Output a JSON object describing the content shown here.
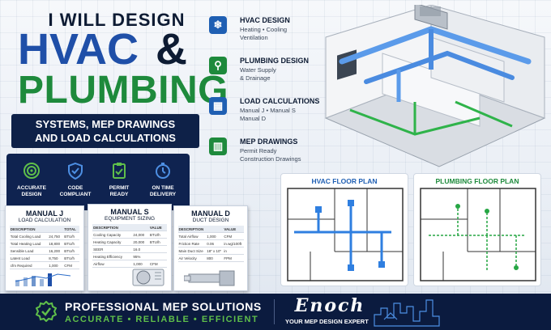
{
  "headline": {
    "intro": "I WILL DESIGN",
    "hvac": "HVAC",
    "amp": "&",
    "plumbing": "PLUMBING",
    "subtitle_line1": "SYSTEMS, MEP DRAWINGS",
    "subtitle_line2": "AND LOAD CALCULATIONS"
  },
  "features": [
    {
      "title": "HVAC DESIGN",
      "desc": "Heating • Cooling\nVentilation",
      "icon": "snowflake-icon",
      "glyph": "❄",
      "color": "blue"
    },
    {
      "title": "PLUMBING DESIGN",
      "desc": "Water Supply\n& Drainage",
      "icon": "faucet-icon",
      "glyph": "⚲",
      "color": "green"
    },
    {
      "title": "LOAD CALCULATIONS",
      "desc": "Manual J • Manual S\nManual D",
      "icon": "calculator-icon",
      "glyph": "▦",
      "color": "blue"
    },
    {
      "title": "MEP DRAWINGS",
      "desc": "Permit Ready\nConstruction Drawings",
      "icon": "building-icon",
      "glyph": "▥",
      "color": "green"
    }
  ],
  "badges": [
    {
      "label": "ACCURATE\nDESIGN",
      "icon": "target-icon"
    },
    {
      "label": "CODE\nCOMPLIANT",
      "icon": "shield-check-icon"
    },
    {
      "label": "PERMIT\nREADY",
      "icon": "clipboard-check-icon"
    },
    {
      "label": "ON TIME\nDELIVERY",
      "icon": "stopwatch-icon"
    }
  ],
  "manual_j": {
    "title": "MANUAL J",
    "subtitle": "LOAD CALCULATION",
    "headers": [
      "DESCRIPTION",
      "",
      "TOTAL"
    ],
    "rows": [
      [
        "Total Cooling Load",
        "24,750",
        "BTU/h"
      ],
      [
        "Total Heating Load",
        "18,800",
        "BTU/h"
      ],
      [
        "Sensible Load",
        "16,200",
        "BTU/h"
      ],
      [
        "Latent Load",
        "8,750",
        "BTU/h"
      ],
      [
        "cfm Required",
        "1,000",
        "CFM"
      ]
    ]
  },
  "manual_s": {
    "title": "MANUAL S",
    "subtitle": "EQUIPMENT SIZING",
    "headers": [
      "DESCRIPTION",
      "",
      "VALUE"
    ],
    "rows": [
      [
        "Cooling Capacity",
        "24,000",
        "BTU/h"
      ],
      [
        "Heating Capacity",
        "20,000",
        "BTU/h"
      ],
      [
        "SEER",
        "16.0",
        ""
      ],
      [
        "Heating Efficiency",
        "95%",
        ""
      ],
      [
        "Airflow",
        "1,000",
        "CFM"
      ]
    ]
  },
  "manual_d": {
    "title": "MANUAL D",
    "subtitle": "DUCT DESIGN",
    "headers": [
      "DESCRIPTION",
      "",
      "VALUE"
    ],
    "rows": [
      [
        "Total Airflow",
        "1,000",
        "CFM"
      ],
      [
        "Friction Rate",
        "0.06",
        "in.wg/100ft"
      ],
      [
        "Main Duct Size",
        "18\" x 10\"",
        "in"
      ],
      [
        "Air Velocity",
        "800",
        "FPM"
      ]
    ]
  },
  "plans": {
    "hvac_title": "HVAC FLOOR PLAN",
    "plumbing_title": "PLUMBING FLOOR PLAN"
  },
  "footer": {
    "title": "PROFESSIONAL MEP SOLUTIONS",
    "tagline": "ACCURATE • RELIABLE • EFFICIENT",
    "signature": "Enoch",
    "signature_tag": "YOUR MEP DESIGN EXPERT"
  },
  "colors": {
    "navy": "#0e2148",
    "blue": "#1f4fa8",
    "green": "#1e8a3c",
    "accent_green": "#5fbf4a"
  }
}
